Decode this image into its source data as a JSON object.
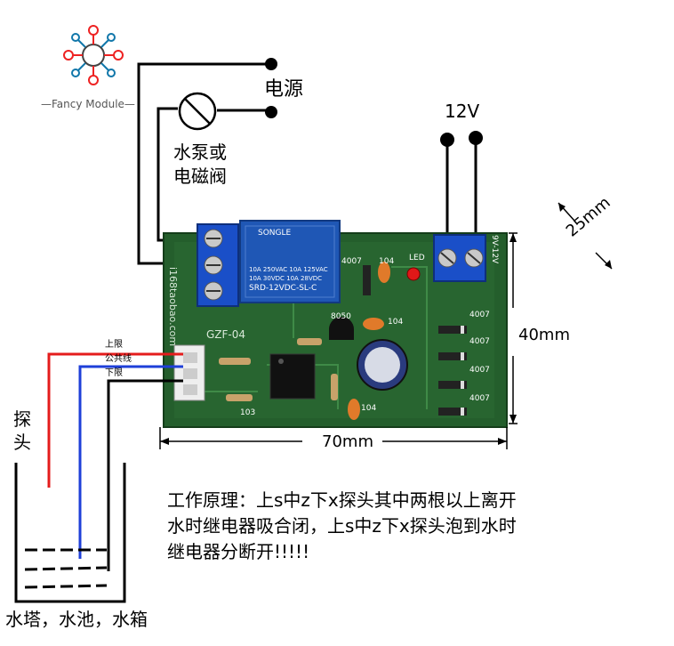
{
  "brand": {
    "name": "Fancy Module"
  },
  "labels": {
    "power": "电源",
    "pump": "水泵或\n电磁阀",
    "voltage": "12V",
    "probe": "探\n头",
    "container": "水塔，水池，水箱"
  },
  "wires": {
    "upper": "上限",
    "common": "公共线",
    "lower": "下限"
  },
  "board": {
    "model": "GZF-04",
    "vendor": "i168taobao.com",
    "relay_brand": "SONGLE",
    "relay_lines": [
      "10A 250VAC  10A 125VAC",
      "10A  30VDC  10A  28VDC",
      "SRD-12VDC-SL-C"
    ],
    "transistor": "8050",
    "cap": "104",
    "cap2": "104",
    "cap3": "104",
    "resistor": "103",
    "diodes": [
      "4007",
      "4007",
      "4007",
      "4007",
      "4007"
    ],
    "led": "LED",
    "terminal_label": "9V-12V"
  },
  "dimensions": {
    "width": "70mm",
    "height": "40mm",
    "depth": "25mm"
  },
  "description": "工作原理：上s中z下x探头其中两根以上离开水时继电器吸合闭，上s中z下x探头泡到水时继电器分断开!!!!!",
  "colors": {
    "pcb": "#1f5a2a",
    "relay": "#1f57b5",
    "terminal": "#1a4fc8",
    "wire_red": "#e41c1c",
    "wire_blue": "#1e3fd8"
  }
}
